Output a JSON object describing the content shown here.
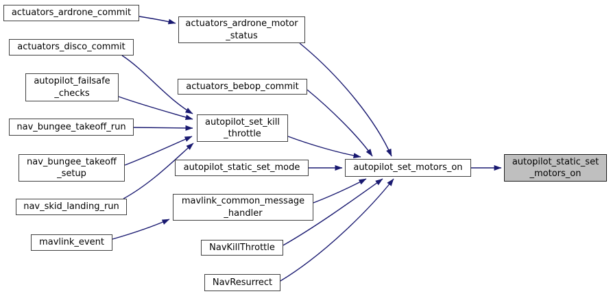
{
  "diagram": {
    "type": "call-graph",
    "edge_color": "#191970",
    "node_fill": "#ffffff",
    "node_border_color": "#3f3f3f",
    "highlight_fill": "#bfbfbf",
    "nodes": [
      {
        "id": "actuators_ardrone_commit",
        "label": "actuators_ardrone_commit",
        "highlighted": false
      },
      {
        "id": "actuators_disco_commit",
        "label": "actuators_disco_commit",
        "highlighted": false
      },
      {
        "id": "autopilot_failsafe_checks",
        "label": "autopilot_failsafe\n_checks",
        "highlighted": false
      },
      {
        "id": "nav_bungee_takeoff_run",
        "label": "nav_bungee_takeoff_run",
        "highlighted": false
      },
      {
        "id": "nav_bungee_takeoff_setup",
        "label": "nav_bungee_takeoff\n_setup",
        "highlighted": false
      },
      {
        "id": "nav_skid_landing_run",
        "label": "nav_skid_landing_run",
        "highlighted": false
      },
      {
        "id": "mavlink_event",
        "label": "mavlink_event",
        "highlighted": false
      },
      {
        "id": "actuators_ardrone_motor_status",
        "label": "actuators_ardrone_motor\n_status",
        "highlighted": false
      },
      {
        "id": "actuators_bebop_commit",
        "label": "actuators_bebop_commit",
        "highlighted": false
      },
      {
        "id": "autopilot_set_kill_throttle",
        "label": "autopilot_set_kill\n_throttle",
        "highlighted": false
      },
      {
        "id": "autopilot_static_set_mode",
        "label": "autopilot_static_set_mode",
        "highlighted": false
      },
      {
        "id": "mavlink_common_message_handler",
        "label": "mavlink_common_message\n_handler",
        "highlighted": false
      },
      {
        "id": "NavKillThrottle",
        "label": "NavKillThrottle",
        "highlighted": false
      },
      {
        "id": "NavResurrect",
        "label": "NavResurrect",
        "highlighted": false
      },
      {
        "id": "autopilot_set_motors_on",
        "label": "autopilot_set_motors_on",
        "highlighted": false
      },
      {
        "id": "autopilot_static_set_motors_on",
        "label": "autopilot_static_set\n_motors_on",
        "highlighted": true
      }
    ],
    "edges": [
      {
        "from": "actuators_ardrone_commit",
        "to": "actuators_ardrone_motor_status"
      },
      {
        "from": "actuators_disco_commit",
        "to": "autopilot_set_kill_throttle"
      },
      {
        "from": "autopilot_failsafe_checks",
        "to": "autopilot_set_kill_throttle"
      },
      {
        "from": "nav_bungee_takeoff_run",
        "to": "autopilot_set_kill_throttle"
      },
      {
        "from": "nav_bungee_takeoff_setup",
        "to": "autopilot_set_kill_throttle"
      },
      {
        "from": "nav_skid_landing_run",
        "to": "autopilot_set_kill_throttle"
      },
      {
        "from": "mavlink_event",
        "to": "mavlink_common_message_handler"
      },
      {
        "from": "actuators_ardrone_motor_status",
        "to": "autopilot_set_motors_on"
      },
      {
        "from": "actuators_bebop_commit",
        "to": "autopilot_set_motors_on"
      },
      {
        "from": "autopilot_set_kill_throttle",
        "to": "autopilot_set_motors_on"
      },
      {
        "from": "autopilot_static_set_mode",
        "to": "autopilot_set_motors_on"
      },
      {
        "from": "mavlink_common_message_handler",
        "to": "autopilot_set_motors_on"
      },
      {
        "from": "NavKillThrottle",
        "to": "autopilot_set_motors_on"
      },
      {
        "from": "NavResurrect",
        "to": "autopilot_set_motors_on"
      },
      {
        "from": "autopilot_set_motors_on",
        "to": "autopilot_static_set_motors_on"
      }
    ]
  }
}
